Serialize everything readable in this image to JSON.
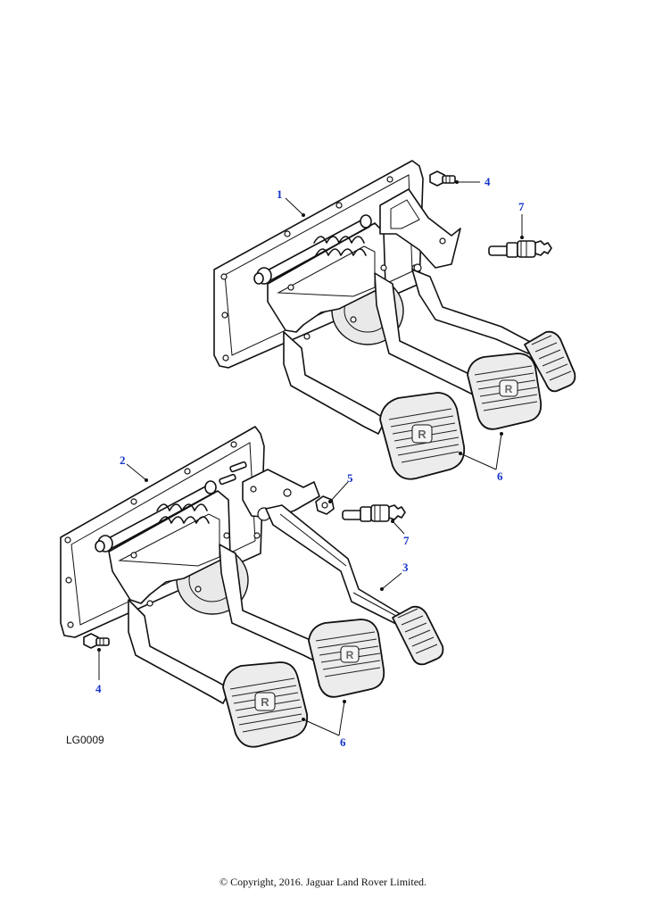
{
  "figure_id": "LG0009",
  "copyright": "© Copyright, 2016. Jaguar Land Rover Limited.",
  "callouts": {
    "c1": "1",
    "c2": "2",
    "c3": "3",
    "c4a": "4",
    "c4b": "4",
    "c5": "5",
    "c6a": "6",
    "c6b": "6",
    "c7a": "7",
    "c7b": "7"
  },
  "pedal_logo": "R",
  "colors": {
    "callout": "#1434c8",
    "line": "#111111"
  }
}
